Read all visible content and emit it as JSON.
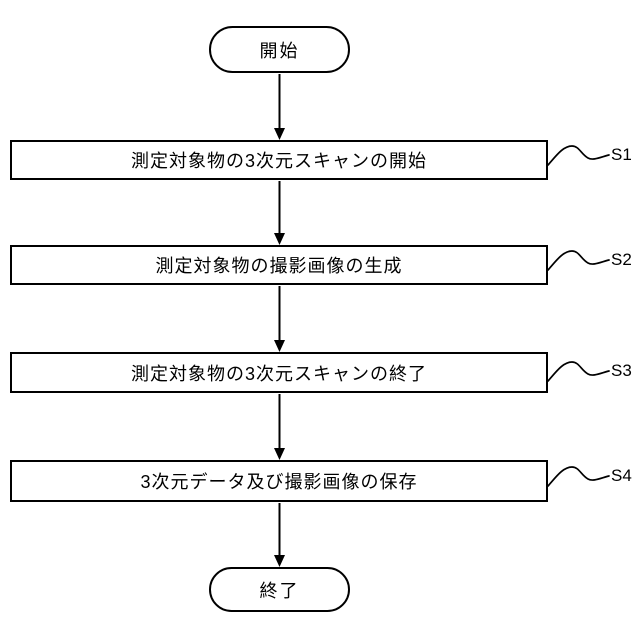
{
  "figure": {
    "type": "flowchart",
    "background_color": "#ffffff",
    "stroke_color": "#000000",
    "start_node": {
      "label": "開始"
    },
    "end_node": {
      "label": "終了"
    },
    "steps": [
      {
        "ref": "S1",
        "label": "測定対象物の3次元スキャンの開始"
      },
      {
        "ref": "S2",
        "label": "測定対象物の撮影画像の生成"
      },
      {
        "ref": "S3",
        "label": "測定対象物の3次元スキャンの終了"
      },
      {
        "ref": "S4",
        "label": "3次元データ及び撮影画像の保存"
      }
    ]
  }
}
